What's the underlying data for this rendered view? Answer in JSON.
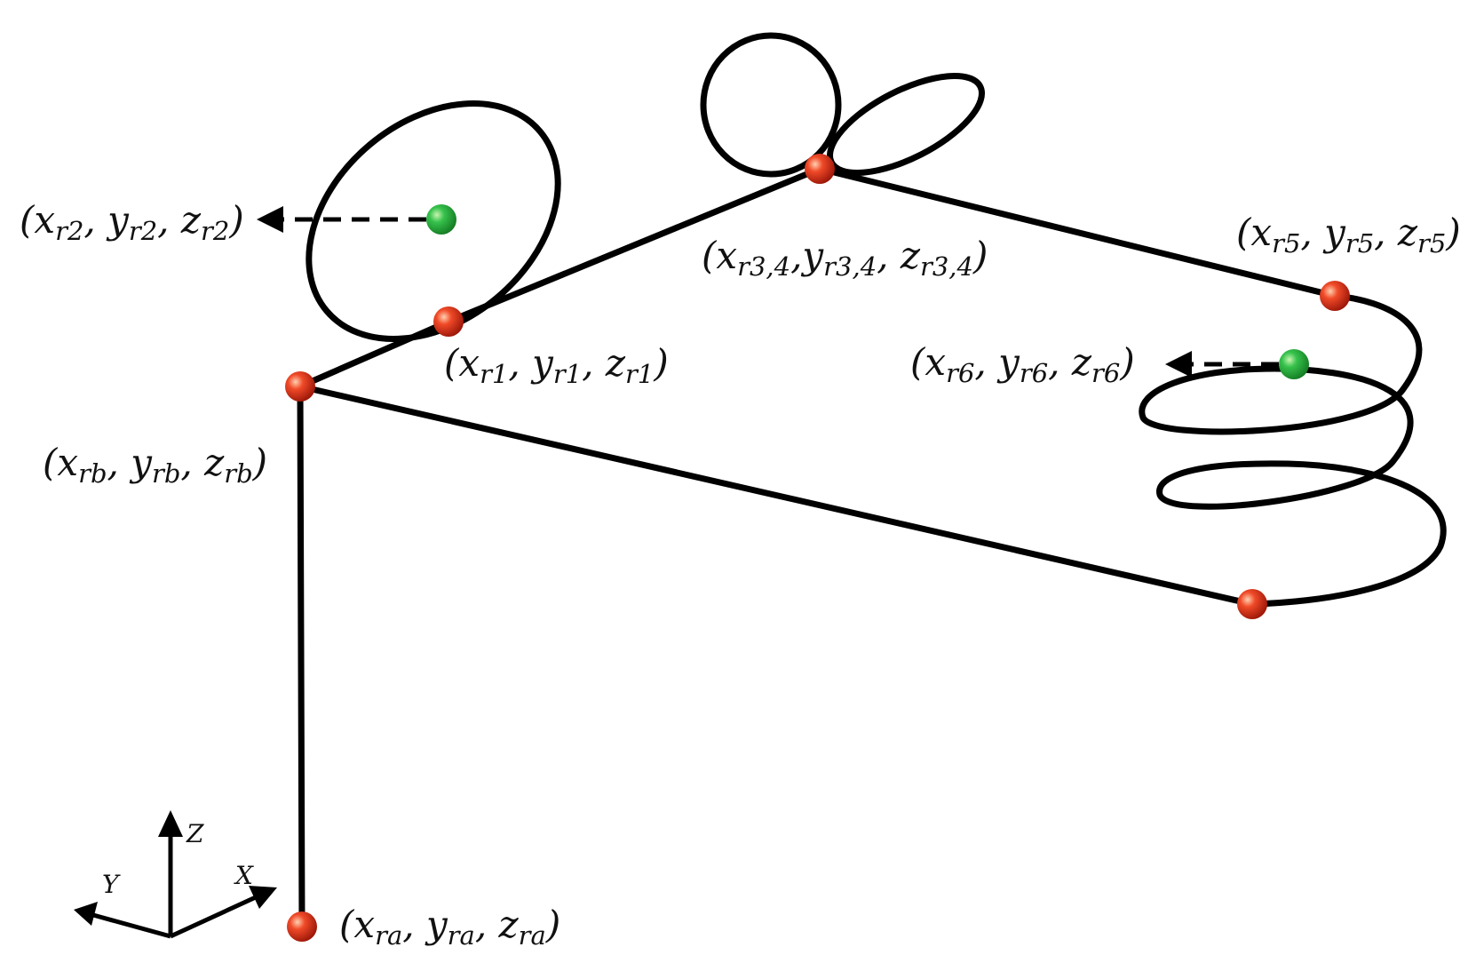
{
  "colors": {
    "path": "#000000",
    "waypoint_red": "#e0301e",
    "center_green": "#27b24a",
    "background": "#ffffff"
  },
  "axes": {
    "x_label": "X",
    "y_label": "Y",
    "z_label": "Z"
  },
  "points": {
    "ra": {
      "open": "(",
      "x": "x",
      "x_sub": "ra",
      "y": "y",
      "y_sub": "ra",
      "z": "z",
      "z_sub": "ra",
      "close": ")",
      "sep": ", "
    },
    "rb": {
      "open": "(",
      "x": "x",
      "x_sub": "rb",
      "y": "y",
      "y_sub": "rb",
      "z": "z",
      "z_sub": "rb",
      "close": ")",
      "sep": ", "
    },
    "r1": {
      "open": "(",
      "x": "x",
      "x_sub": "r1",
      "y": "y",
      "y_sub": "r1",
      "z": "z",
      "z_sub": "r1",
      "close": ")",
      "sep": ", "
    },
    "r2": {
      "open": "(",
      "x": "x",
      "x_sub": "r2",
      "y": "y",
      "y_sub": "r2",
      "z": "z",
      "z_sub": "r2",
      "close": ")",
      "sep": ", "
    },
    "r34": {
      "open": "(",
      "x": "x",
      "x_sub": "r3,4",
      "y": "y",
      "y_sub": "r3,4",
      "z": "z",
      "z_sub": "r3,4",
      "close": ")",
      "sep": ",",
      "sep2": ", "
    },
    "r5": {
      "open": "(",
      "x": "x",
      "x_sub": "r5",
      "y": "y",
      "y_sub": "r5",
      "z": "z",
      "z_sub": "r5",
      "close": ")",
      "sep": ", "
    },
    "r6": {
      "open": "(",
      "x": "x",
      "x_sub": "r6",
      "y": "y",
      "y_sub": "r6",
      "z": "z",
      "z_sub": "r6",
      "close": ")",
      "sep": ", "
    }
  }
}
